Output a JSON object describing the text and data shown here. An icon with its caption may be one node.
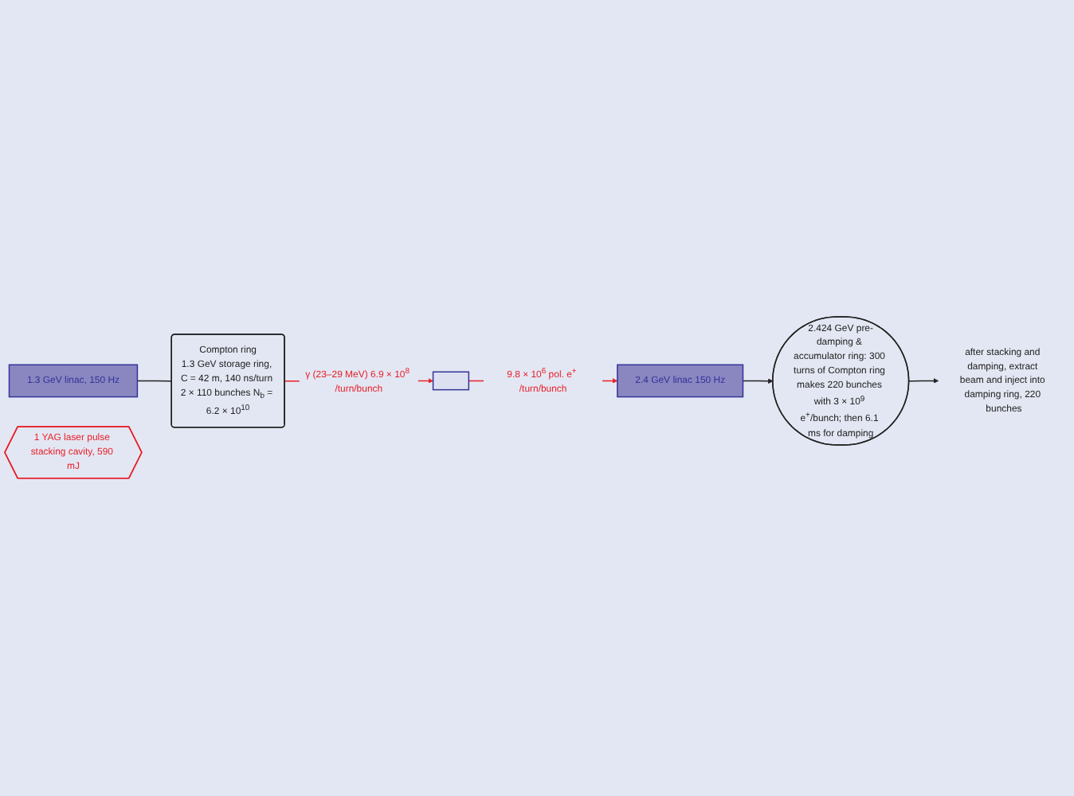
{
  "diagram": {
    "nodes": [
      {
        "text": [
          "1.3 GeV linac, 150 Hz"
        ]
      },
      {
        "text": [
          "1 YAG laser pulse stacking cavity, 590 mJ"
        ]
      },
      {
        "text": [
          "Compton ring",
          "1.3 GeV storage ring, C = 42 m, 140 ns/turn 2 × 110 bunches N$_{b}$ = 6.2 × 10$^{10}$"
        ]
      },
      {
        "text": [],
        "shape": "box"
      },
      {
        "text": [
          "2.4 GeV linac 150 Hz"
        ]
      },
      {
        "text": [
          "2.424 GeV pre-damping & accumulator ring: 300 turns of Compton ring makes 220 bunches with 3 × 10$^{9}$ e$^{+}$/bunch; then 6.1 ms for damping"
        ]
      },
      {
        "text": [
          "after stacking and damping, extract beam and inject into damping ring, 220 bunches"
        ]
      }
    ],
    "edges": [
      {
        "from": 0,
        "to": 2,
        "arrow": "none"
      },
      {
        "from": 2,
        "to": 3,
        "arrow": "to",
        "label": "γ (23–29 MeV) 6.9 × 10$^{8}$ /turn/bunch",
        "color": "#e8202a"
      },
      {
        "from": 3,
        "to": 4,
        "arrow": "to",
        "label": "9.8 × 10$^{6}$ pol. e$^{+}$ /turn/bunch",
        "color": "#e8202a"
      },
      {
        "from": 4,
        "to": 5,
        "arrow": "to"
      },
      {
        "from": 5,
        "to": 6,
        "arrow": "to"
      }
    ]
  }
}
